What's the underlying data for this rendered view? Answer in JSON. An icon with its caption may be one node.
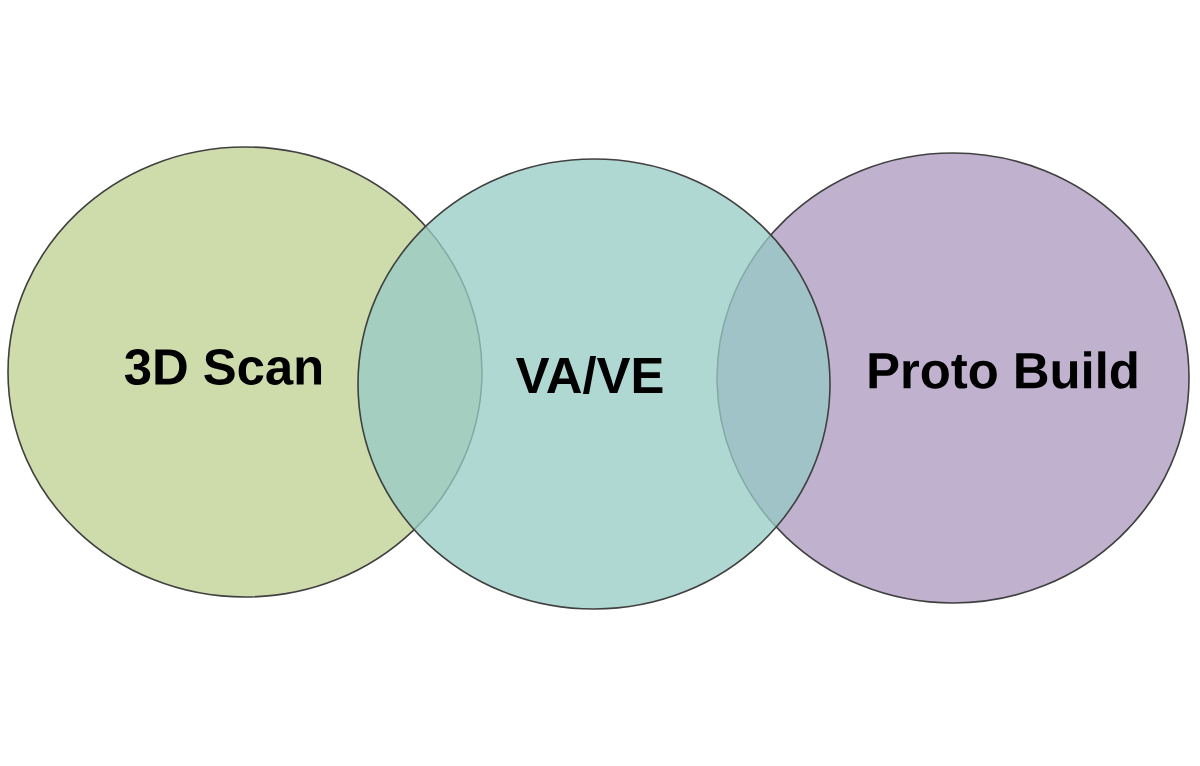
{
  "diagram": {
    "nodes": [
      {
        "text": [
          "3D Scan"
        ]
      },
      {
        "text": [
          "VA/VE"
        ]
      },
      {
        "text": [
          "Proto Build"
        ]
      }
    ]
  }
}
